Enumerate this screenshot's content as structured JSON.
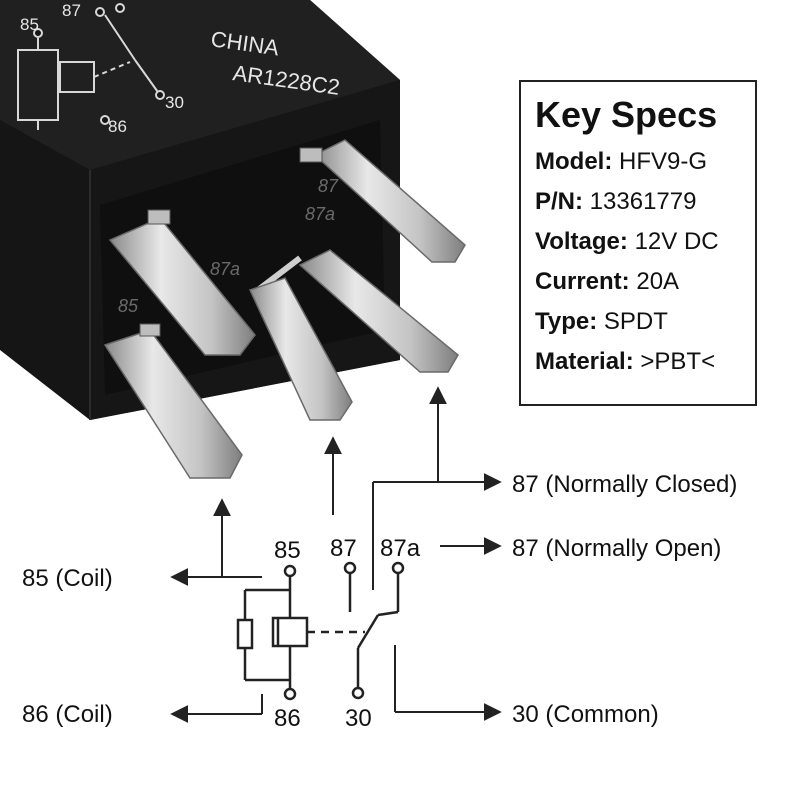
{
  "relay": {
    "housing_labels": [
      "CHINA",
      "AR1228C2"
    ],
    "housing_schematic_pins": [
      "85",
      "87",
      "86",
      "30"
    ],
    "terminal_labels": [
      "87",
      "87a",
      "87a",
      "85"
    ]
  },
  "specs": {
    "title": "Key Specs",
    "rows": [
      {
        "label": "Model:",
        "value": "HFV9-G"
      },
      {
        "label": "P/N:",
        "value": "13361779"
      },
      {
        "label": "Voltage:",
        "value": "12V DC"
      },
      {
        "label": "Current:",
        "value": "20A"
      },
      {
        "label": "Type:",
        "value": "SPDT"
      },
      {
        "label": "Material:",
        "value": ">PBT<"
      }
    ]
  },
  "schematic": {
    "pin_85": "85",
    "pin_87": "87",
    "pin_87a": "87a",
    "pin_86": "86",
    "pin_30": "30"
  },
  "callouts": {
    "coil_85": "85 (Coil)",
    "coil_86": "86 (Coil)",
    "normally_closed": "87 (Normally Closed)",
    "normally_open": "87 (Normally Open)",
    "common": "30 (Common)"
  },
  "colors": {
    "housing": "#1b1b1b",
    "housing_text": "#e6e6e6",
    "terminal_metal": "#c9c9c9",
    "line": "#222222"
  }
}
